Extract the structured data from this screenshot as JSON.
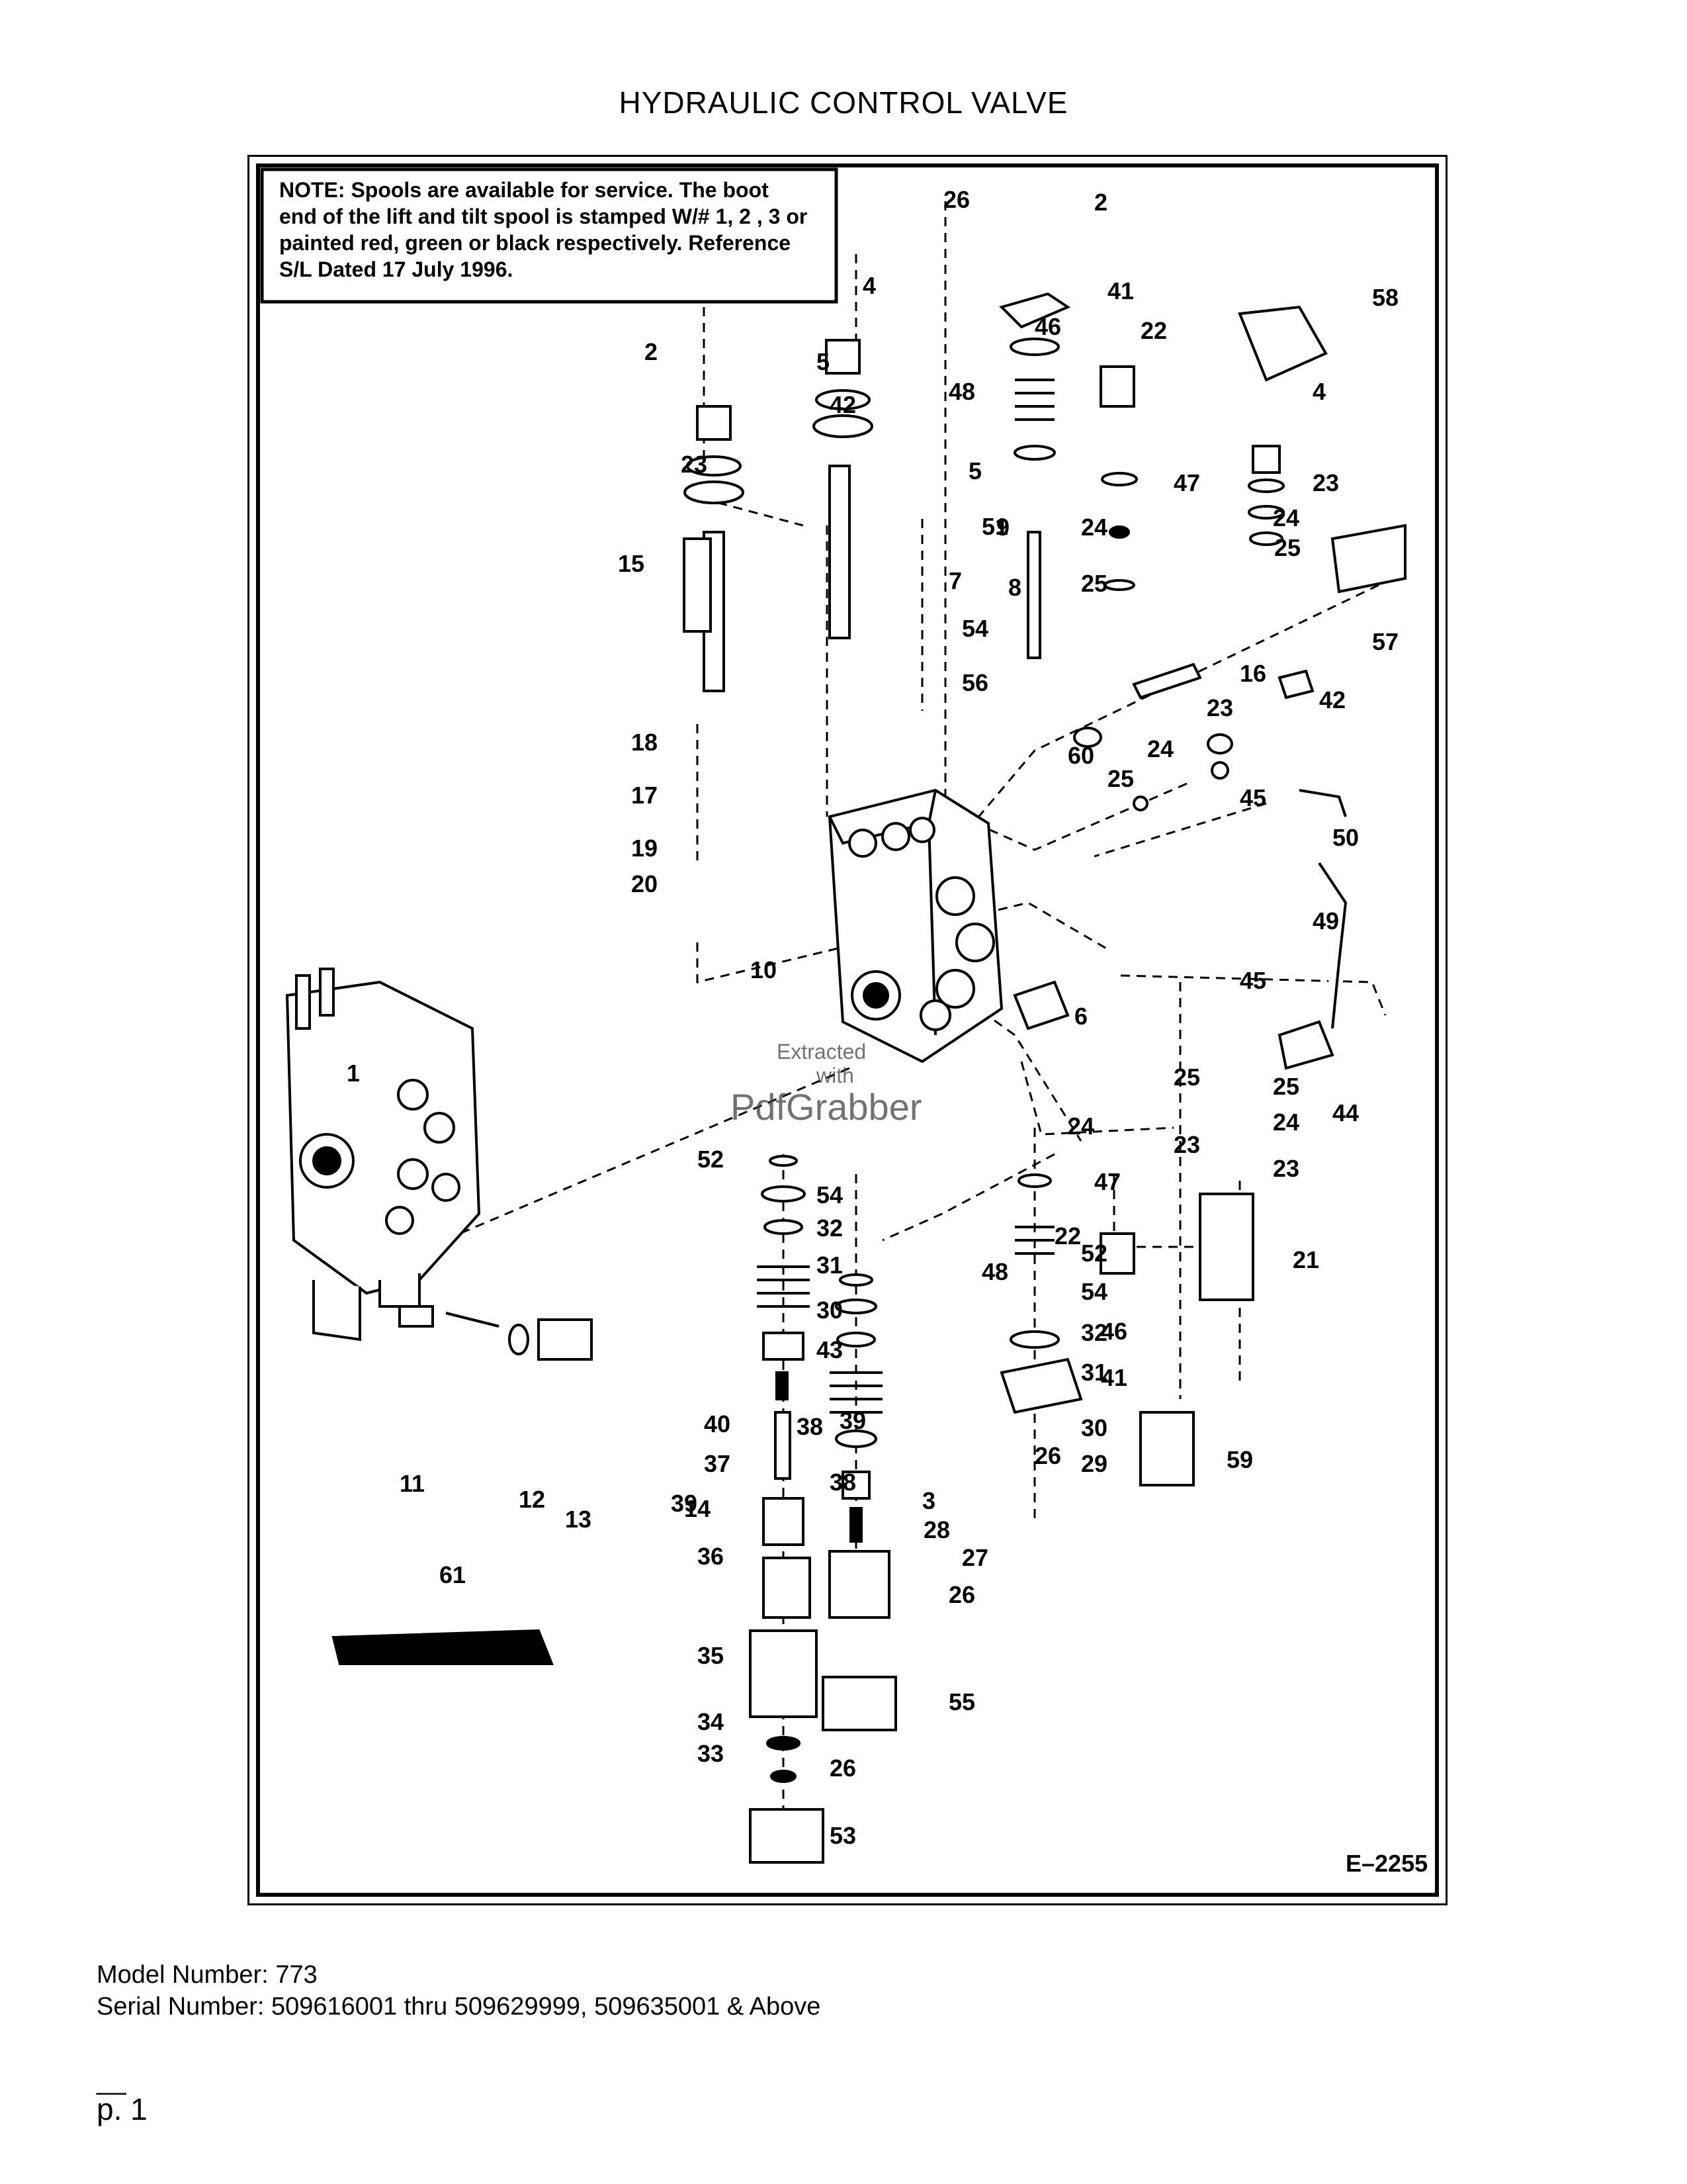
{
  "title": "HYDRAULIC CONTROL VALVE",
  "note": {
    "lines": [
      "NOTE:  Spools are available for service.  The boot",
      "end of the lift and tilt spool is stamped W/# 1, 2 , 3 or",
      "painted red, green or black respectively.  Reference",
      "S/L Dated 17 July 1996."
    ]
  },
  "drawing_number": "E–2255",
  "watermark": {
    "line1": "Extracted",
    "line2": "with",
    "line3": "PdfGrabber"
  },
  "callouts": [
    "2",
    "26",
    "41",
    "4",
    "58",
    "2",
    "46",
    "22",
    "5",
    "48",
    "4",
    "42",
    "5",
    "47",
    "23",
    "23",
    "51",
    "24",
    "9",
    "24",
    "25",
    "15",
    "7",
    "8",
    "25",
    "57",
    "54",
    "16",
    "56",
    "23",
    "42",
    "18",
    "60",
    "24",
    "17",
    "25",
    "45",
    "19",
    "50",
    "20",
    "49",
    "10",
    "45",
    "6",
    "1",
    "25",
    "25",
    "44",
    "24",
    "24",
    "23",
    "52",
    "23",
    "47",
    "54",
    "32",
    "22",
    "52",
    "21",
    "31",
    "48",
    "54",
    "30",
    "32",
    "46",
    "43",
    "31",
    "41",
    "40",
    "38",
    "39",
    "30",
    "37",
    "29",
    "26",
    "59",
    "38",
    "39",
    "3",
    "28",
    "61",
    "36",
    "27",
    "26",
    "35",
    "55",
    "34",
    "26",
    "33",
    "53",
    "11",
    "12",
    "13",
    "14"
  ],
  "footer": {
    "model": "Model Number: 773",
    "serial": "Serial Number: 509616001 thru 509629999, 509635001 & Above"
  },
  "page_dash": "__",
  "page_number": "p. 1",
  "colors": {
    "ink": "#000000",
    "paper": "#ffffff"
  }
}
